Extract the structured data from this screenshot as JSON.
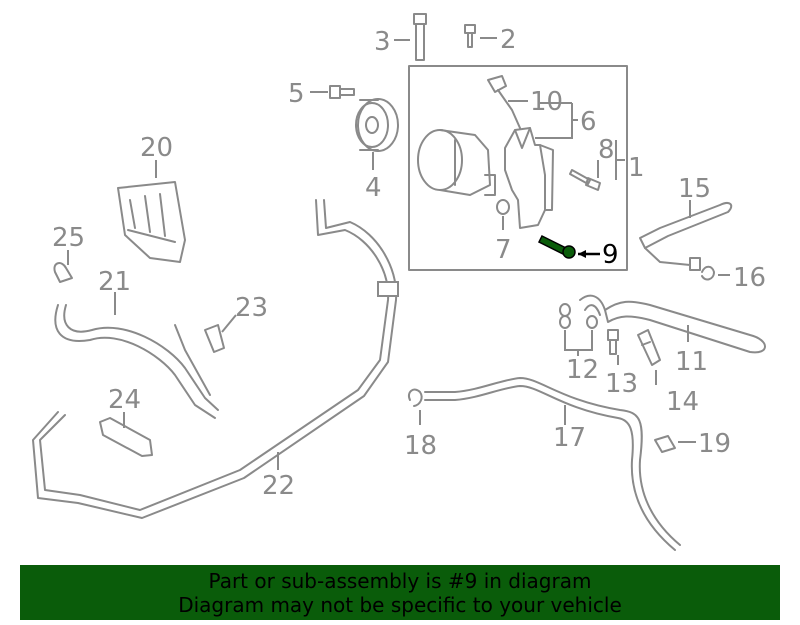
{
  "callouts": {
    "c1": "1",
    "c2": "2",
    "c3": "3",
    "c4": "4",
    "c5": "5",
    "c6": "6",
    "c7": "7",
    "c8": "8",
    "c9": "9",
    "c10": "10",
    "c11": "11",
    "c12": "12",
    "c13": "13",
    "c14": "14",
    "c15": "15",
    "c16": "16",
    "c17": "17",
    "c18": "18",
    "c19": "19",
    "c20": "20",
    "c21": "21",
    "c22": "22",
    "c23": "23",
    "c24": "24",
    "c25": "25"
  },
  "highlighted_part": "9",
  "colors": {
    "highlight": "#0a5c0a",
    "line": "#8a8a8a",
    "banner_bg": "#0a5c0a"
  },
  "banner": {
    "line1": "Part or sub-assembly is #9 in diagram",
    "line2": "Diagram may not be specific to your vehicle"
  }
}
